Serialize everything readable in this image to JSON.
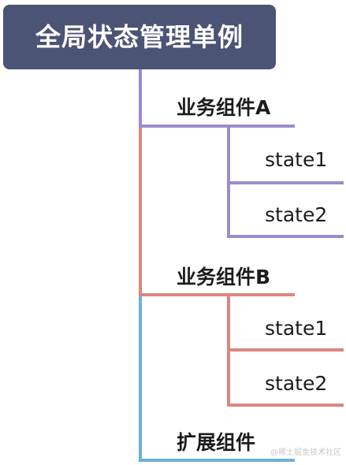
{
  "root": {
    "label": "全局状态管理单例"
  },
  "branches": [
    {
      "label": "业务组件A",
      "leaves": [
        "state1",
        "state2"
      ]
    },
    {
      "label": "业务组件B",
      "leaves": [
        "state1",
        "state2"
      ]
    },
    {
      "label": "扩展组件",
      "leaves": []
    }
  ],
  "colors": {
    "root_bg": "#4b5474",
    "branch_a": "#9b8bcf",
    "branch_b": "#dc8580",
    "branch_ext": "#6ab3d4"
  },
  "watermark": "@稀土掘金技术社区"
}
